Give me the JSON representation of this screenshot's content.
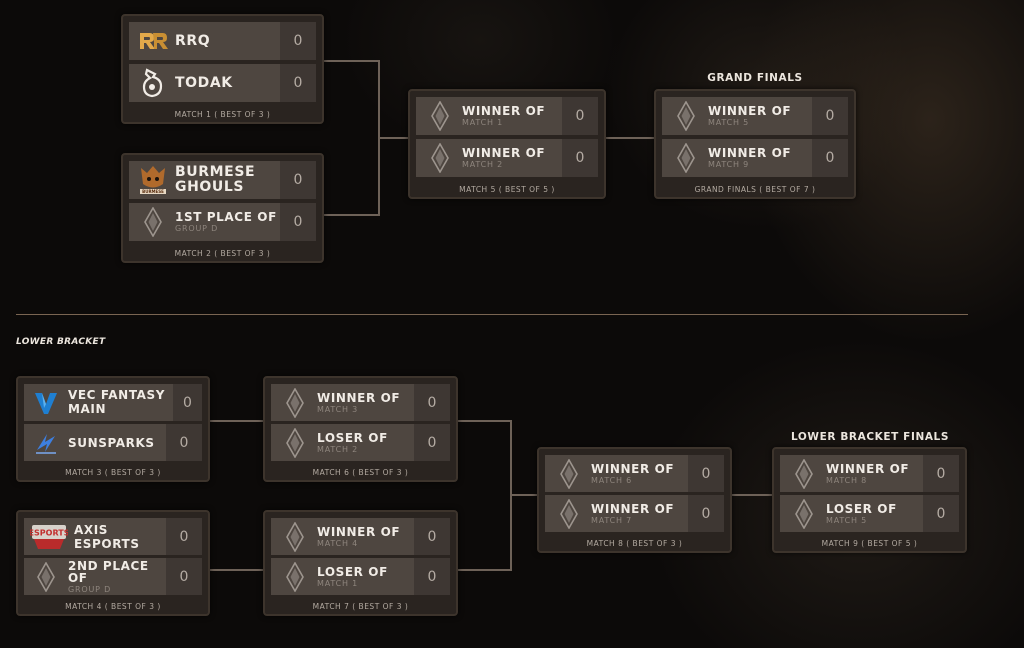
{
  "upper": {
    "match1": {
      "team1": {
        "name": "RRQ",
        "score": "0"
      },
      "team2": {
        "name": "TODAK",
        "score": "0"
      },
      "caption": "MATCH 1 ( BEST OF 3 )"
    },
    "match2": {
      "team1": {
        "name": "BURMESE GHOULS",
        "score": "0"
      },
      "team2": {
        "name": "1ST PLACE OF",
        "sub": "GROUP D",
        "score": "0"
      },
      "caption": "MATCH 2 ( BEST OF 3 )"
    },
    "match5": {
      "team1": {
        "name": "WINNER OF",
        "sub": "MATCH 1",
        "score": "0"
      },
      "team2": {
        "name": "WINNER OF",
        "sub": "MATCH 2",
        "score": "0"
      },
      "caption": "MATCH 5 ( BEST OF 5 )"
    },
    "grand_finals_title": "GRAND FINALS",
    "grand_finals": {
      "team1": {
        "name": "WINNER OF",
        "sub": "MATCH 5",
        "score": "0"
      },
      "team2": {
        "name": "WINNER OF",
        "sub": "MATCH 9",
        "score": "0"
      },
      "caption": "GRAND FINALS ( BEST OF 7 )"
    }
  },
  "lower_title": "LOWER BRACKET",
  "lower": {
    "match3": {
      "team1": {
        "name": "VEC FANTASY MAIN",
        "score": "0"
      },
      "team2": {
        "name": "SUNSPARKS",
        "score": "0"
      },
      "caption": "MATCH 3 ( BEST OF 3 )"
    },
    "match4": {
      "team1": {
        "name": "AXIS ESPORTS",
        "score": "0"
      },
      "team2": {
        "name": "2ND PLACE OF",
        "sub": "GROUP D",
        "score": "0"
      },
      "caption": "MATCH 4 ( BEST OF 3 )"
    },
    "match6": {
      "team1": {
        "name": "WINNER OF",
        "sub": "MATCH 3",
        "score": "0"
      },
      "team2": {
        "name": "LOSER OF",
        "sub": "MATCH 2",
        "score": "0"
      },
      "caption": "MATCH 6 ( BEST OF 3 )"
    },
    "match7": {
      "team1": {
        "name": "WINNER OF",
        "sub": "MATCH 4",
        "score": "0"
      },
      "team2": {
        "name": "LOSER OF",
        "sub": "MATCH 1",
        "score": "0"
      },
      "caption": "MATCH 7 ( BEST OF 3 )"
    },
    "match8": {
      "team1": {
        "name": "WINNER OF",
        "sub": "MATCH 6",
        "score": "0"
      },
      "team2": {
        "name": "WINNER OF",
        "sub": "MATCH 7",
        "score": "0"
      },
      "caption": "MATCH 8 ( BEST OF 3 )"
    },
    "finals_title": "LOWER BRACKET FINALS",
    "match9": {
      "team1": {
        "name": "WINNER OF",
        "sub": "MATCH 8",
        "score": "0"
      },
      "team2": {
        "name": "LOSER OF",
        "sub": "MATCH 5",
        "score": "0"
      },
      "caption": "MATCH 9 ( BEST OF 5 )"
    }
  },
  "logo_labels": {
    "burmese": "BURMESE",
    "axis_top": "ESPORTS"
  },
  "colors": {
    "card": "#2a2420",
    "row": "#4e4640",
    "score_bg": "#3e3733",
    "line": "#6e6258",
    "divider": "#7a6552",
    "rrq_gold": "#e3a94a"
  }
}
